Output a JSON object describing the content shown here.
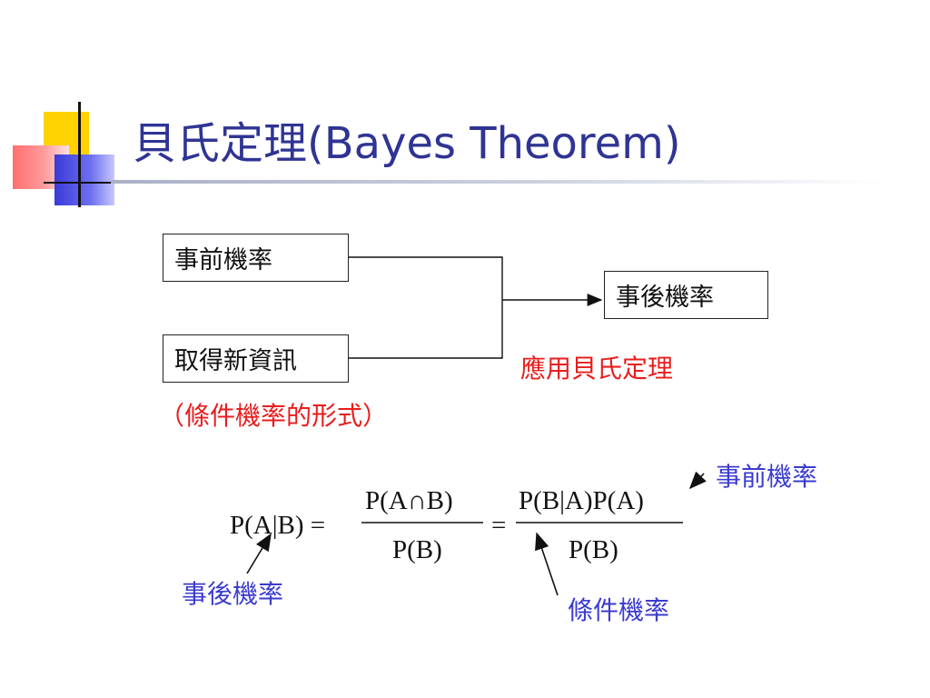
{
  "slide": {
    "title": "貝氏定理(Bayes Theorem)"
  },
  "diagram": {
    "prior_box": "事前機率",
    "new_info_box": "取得新資訊",
    "posterior_box": "事後機率",
    "apply_label": "應用貝氏定理",
    "conditional_form_label": "（條件機率的形式）"
  },
  "formula": {
    "lhs": "P(A|B) =",
    "numerator1": "P(A∩B)",
    "denominator1": "P(B)",
    "equals2": "=",
    "numerator2": "P(B|A)P(A)",
    "denominator2": "P(B)",
    "prior_label": "事前機率",
    "posterior_label": "事後機率",
    "conditional_label": "條件機率"
  },
  "colors": {
    "title": "#2f3493",
    "accent_red": "#e81d1d",
    "label_blue": "#3b3bd0"
  }
}
